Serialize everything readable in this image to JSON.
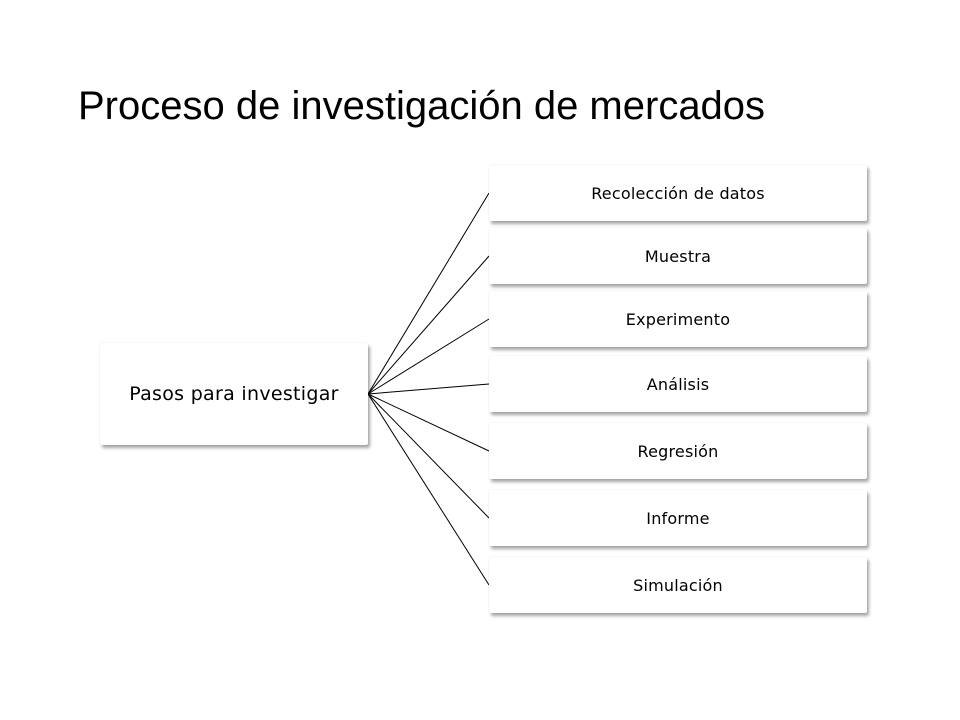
{
  "title": "Proceso de investigación de mercados",
  "diagram": {
    "root": "Pasos para investigar",
    "children": [
      "Recolección de datos",
      "Muestra",
      "Experimento",
      "Análisis",
      "Regresión",
      "Informe",
      "Simulación"
    ]
  },
  "colors": {
    "background": "#ffffff",
    "text": "#000000",
    "connector": "#000000"
  }
}
